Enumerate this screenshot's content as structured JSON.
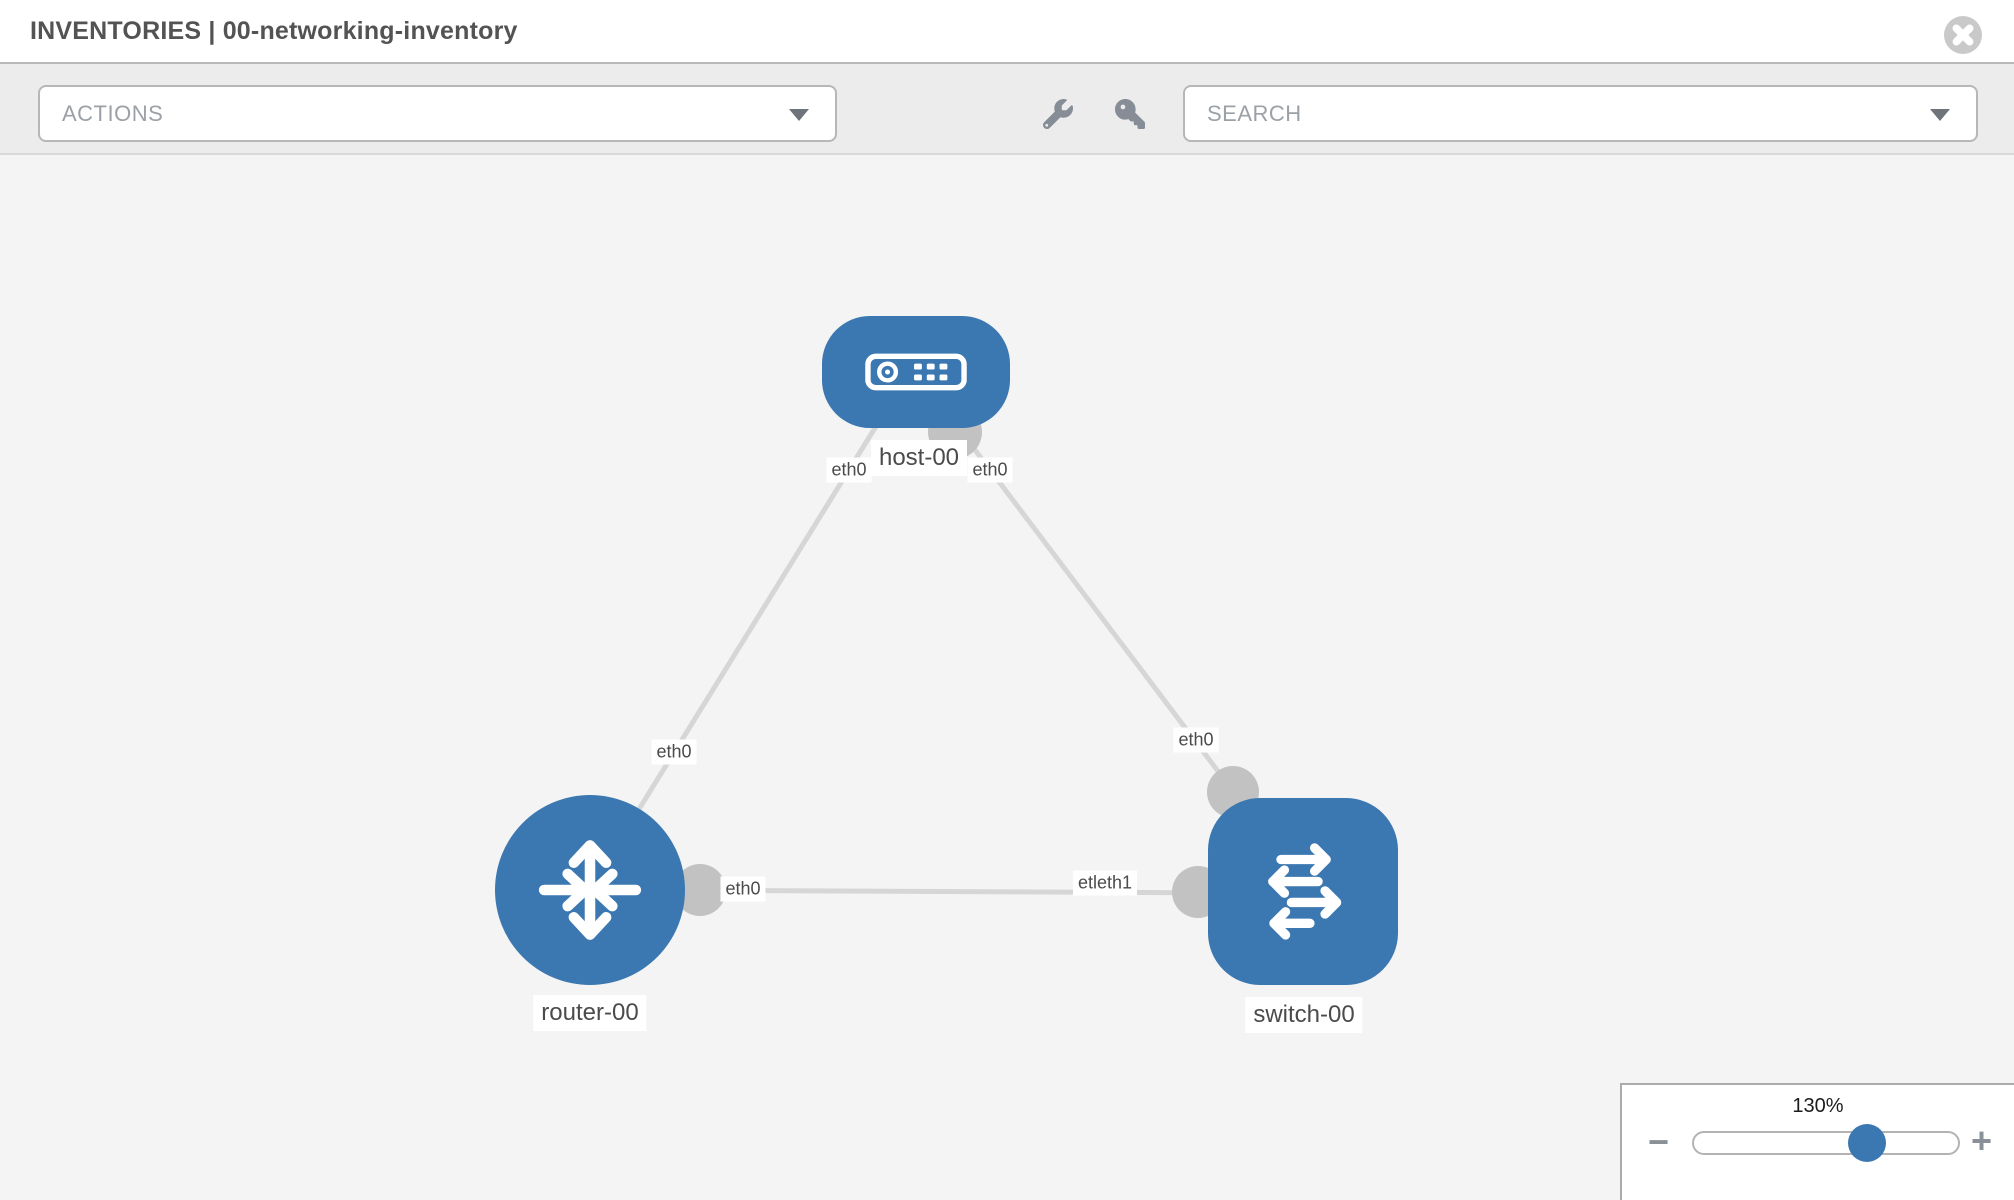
{
  "header": {
    "title": "INVENTORIES | 00-networking-inventory"
  },
  "toolbar": {
    "actions_label": "ACTIONS",
    "search_label": "SEARCH",
    "icons": [
      "wrench-icon",
      "key-icon"
    ]
  },
  "topology": {
    "nodes": [
      {
        "id": "host-00",
        "type": "host",
        "label": "host-00"
      },
      {
        "id": "router-00",
        "type": "router",
        "label": "router-00"
      },
      {
        "id": "switch-00",
        "type": "switch",
        "label": "switch-00"
      }
    ],
    "links": [
      {
        "source": "host-00",
        "target": "router-00",
        "source_label": "eth0",
        "target_label": "eth0"
      },
      {
        "source": "host-00",
        "target": "switch-00",
        "source_label": "eth0",
        "target_label": "eth0"
      },
      {
        "source": "router-00",
        "target": "switch-00",
        "source_label": "eth0",
        "target_label": "etleth1"
      }
    ]
  },
  "zoom_control": {
    "level": "130%",
    "minus_glyph": "−",
    "plus_glyph": "+"
  },
  "colors": {
    "node_blue": "#3b77b0",
    "link_gray": "#d6d6d6",
    "endpoint_gray": "#c2c2c2",
    "canvas_bg": "#f4f4f4",
    "toolbar_bg": "#ececec"
  }
}
